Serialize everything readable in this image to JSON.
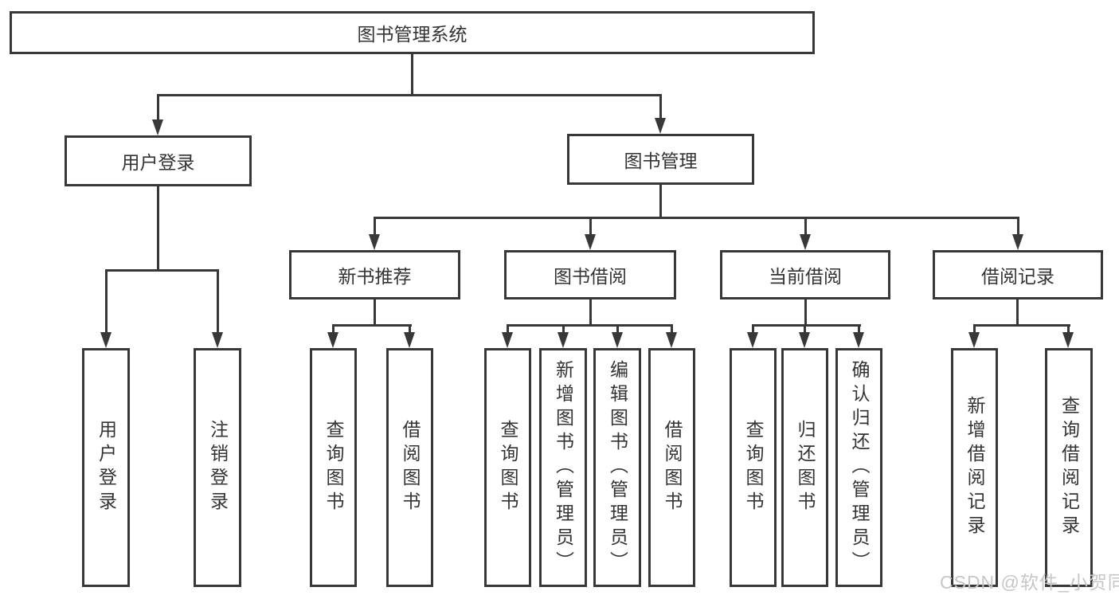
{
  "nodes": {
    "root": "图书管理系统",
    "level2": [
      "用户登录",
      "图书管理"
    ],
    "level3": [
      "新书推荐",
      "图书借阅",
      "当前借阅",
      "借阅记录"
    ]
  },
  "leaves": {
    "user_login": [
      "用户登录",
      "注销登录"
    ],
    "new_book": [
      "查询图书",
      "借阅图书"
    ],
    "book_borrow": [
      "查询图书",
      "新增图书（管理员）",
      "编辑图书（管理员）",
      "借阅图书"
    ],
    "current_borrow": [
      "查询图书",
      "归还图书",
      "确认归还（管理员）"
    ],
    "borrow_record": [
      "新增借阅记录",
      "查询借阅记录"
    ]
  },
  "watermark": {
    "text": "CSDN @软件_小贺同学"
  },
  "colors": {
    "line": "#383838",
    "text": "#333333",
    "watermark": "#c6c6c6",
    "background": "#ffffff"
  }
}
